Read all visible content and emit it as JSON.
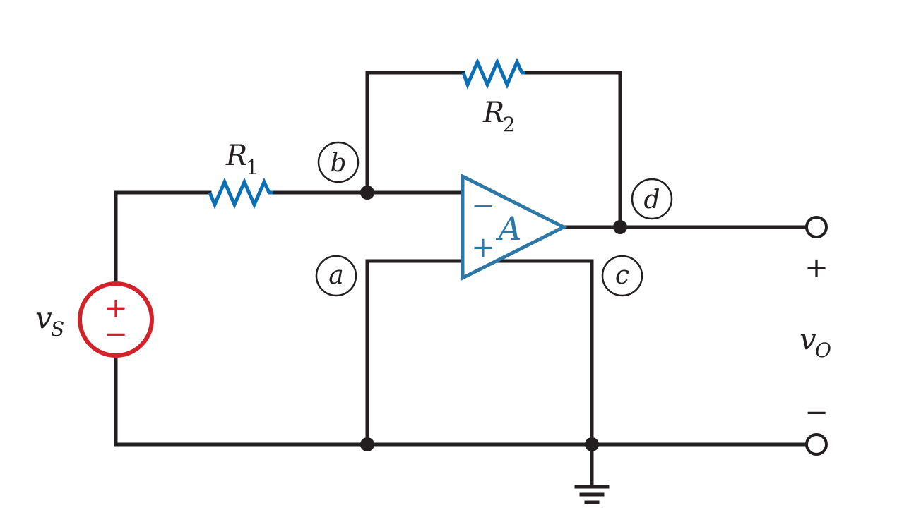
{
  "components": {
    "r1": {
      "name": "R",
      "sub": "1"
    },
    "r2": {
      "name": "R",
      "sub": "2"
    },
    "source": {
      "name": "v",
      "sub": "S",
      "plus": "+",
      "minus": "−"
    },
    "opamp": {
      "name": "A",
      "inv": "−",
      "noninv": "+"
    },
    "output": {
      "name": "v",
      "sub": "O",
      "plus": "+",
      "minus": "−"
    }
  },
  "nodes": {
    "a": "a",
    "b": "b",
    "c": "c",
    "d": "d"
  },
  "colors": {
    "wire": "#231f20",
    "resistor": "#0a6fb5",
    "source": "#d2232a",
    "opamp": "#2e78a8"
  }
}
